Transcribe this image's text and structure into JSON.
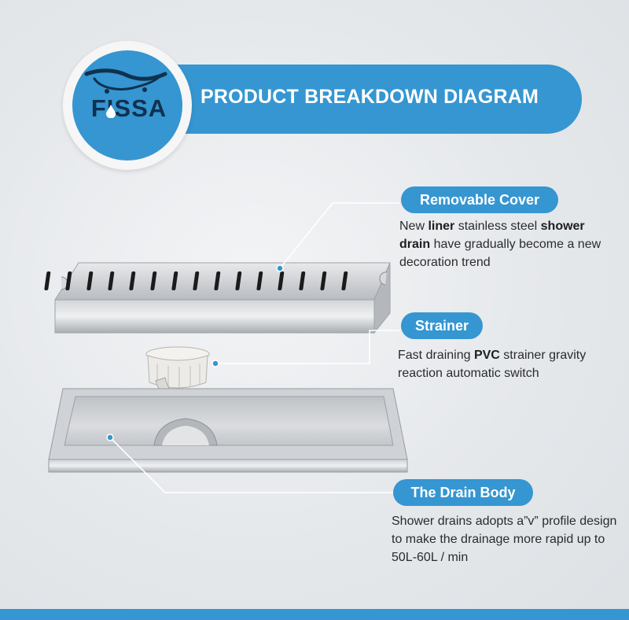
{
  "brand": {
    "logo_text": "FISSA",
    "colors": {
      "accent": "#3596d1",
      "logo_text": "#10314f",
      "background": "#e6e9ec"
    }
  },
  "header": {
    "title": "PRODUCT BREAKDOWN DIAGRAM"
  },
  "parts": [
    {
      "label": "Removable Cover",
      "description": {
        "t1": "New ",
        "b1": "liner",
        "t2": " stainless steel ",
        "b2": "shower",
        "t3": " ",
        "b3": "drain",
        "t4": " have gradually become a new decoration trend"
      }
    },
    {
      "label": "Strainer",
      "description": {
        "t1": "Fast draining ",
        "b1": "PVC",
        "t2": " strainer gravity reaction automatic switch"
      }
    },
    {
      "label": "The Drain Body",
      "description": {
        "t1": "Shower drains adopts a”v” profile design to make the drainage more rapid up to 50L-60L / min"
      }
    }
  ],
  "icons": [
    "bathtub-icon",
    "water-drop-icon"
  ]
}
